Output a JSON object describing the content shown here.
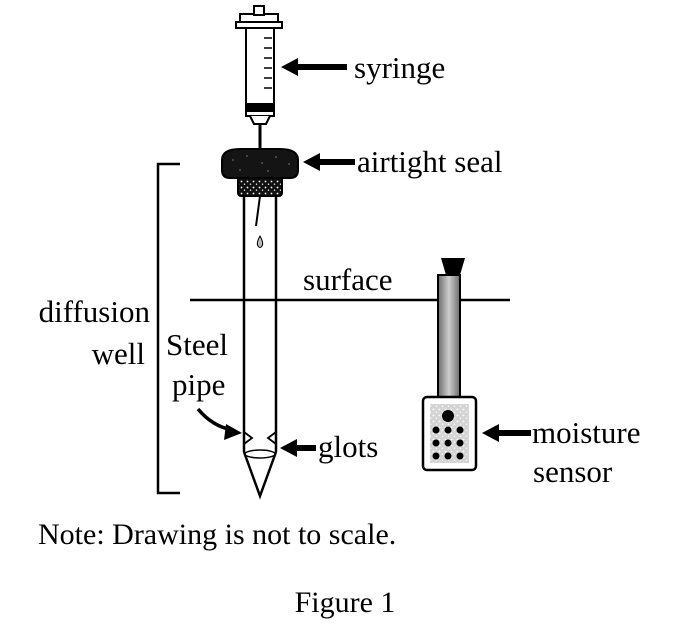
{
  "labels": {
    "syringe": "syringe",
    "airtight_seal": "airtight seal",
    "surface": "surface",
    "diffusion": "diffusion",
    "well": "well",
    "steel": "Steel",
    "pipe": "pipe",
    "glots": "glots",
    "moisture": "moisture",
    "sensor": "sensor"
  },
  "note": "Note: Drawing is not to scale.",
  "caption": "Figure 1"
}
